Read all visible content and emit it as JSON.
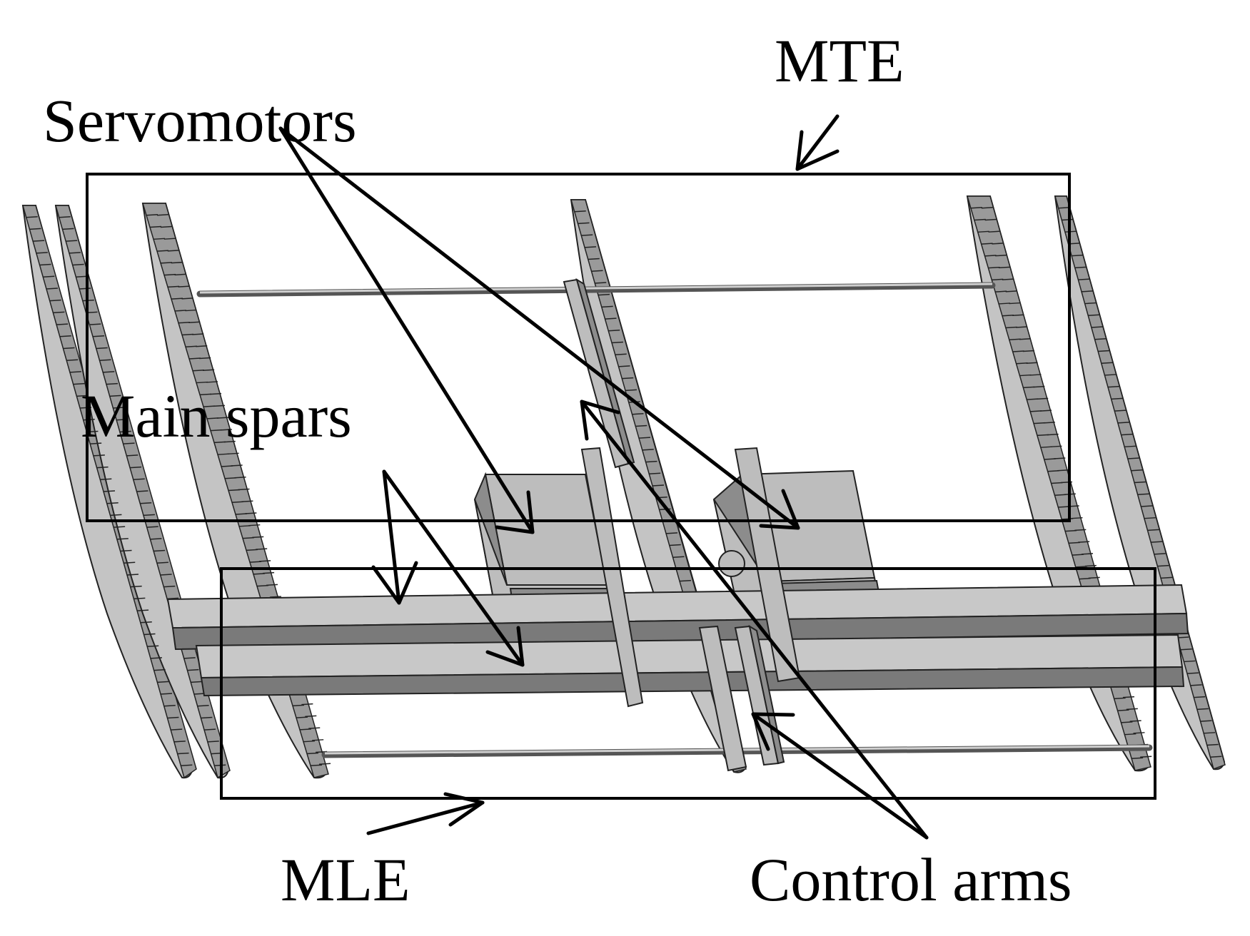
{
  "labels": {
    "mte": "MTE",
    "servomotors": "Servomotors",
    "main_spars": "Main spars",
    "mle": "MLE",
    "control_arms": "Control arms"
  },
  "colors": {
    "rib_fill": "#c4c4c4",
    "spar_dark": "#7a7a7a",
    "outline": "#000000"
  }
}
